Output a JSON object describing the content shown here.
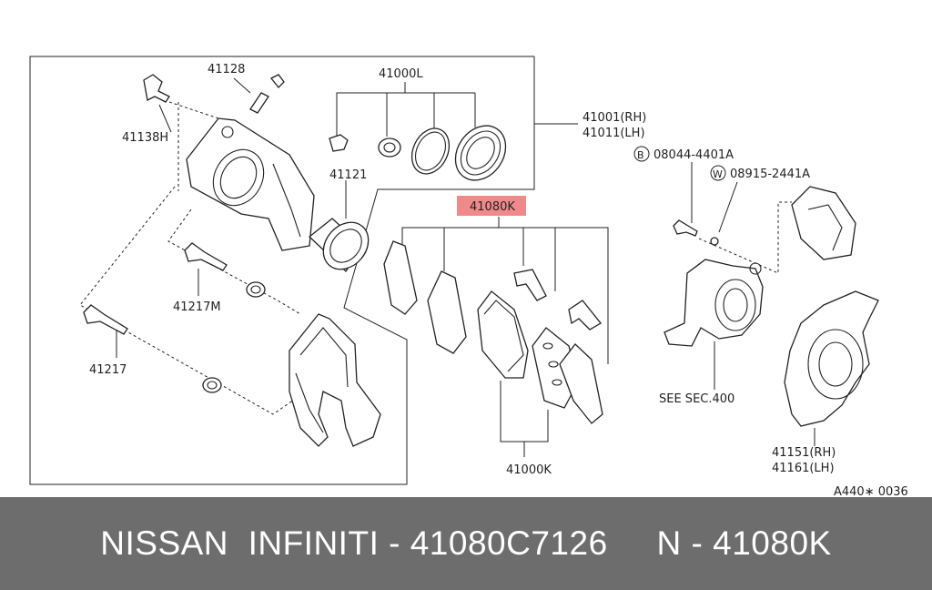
{
  "diagram": {
    "callouts": {
      "p41128": "41128",
      "p41000L": "41000L",
      "p41138H": "41138H",
      "p41001": "41001(RH)",
      "p41011": "41011(LH)",
      "p41121": "41121",
      "p41080K": "41080K",
      "bolt_b": "08044-4401A",
      "washer_w": "08915-2441A",
      "bolt_b_symbol": "B",
      "washer_w_symbol": "W",
      "p41217M": "41217M",
      "p41217": "41217",
      "see_sec": "SEE SEC.400",
      "p41000K": "41000K",
      "p41151": "41151(RH)",
      "p41161": "41161(LH)",
      "ref_code": "A440∗ 0036"
    },
    "highlight_color": "#f08a8a"
  },
  "footer": {
    "text": "NISSAN  INFINITI - 41080C7126     N - 41080K",
    "background": "#6d6d6d"
  }
}
